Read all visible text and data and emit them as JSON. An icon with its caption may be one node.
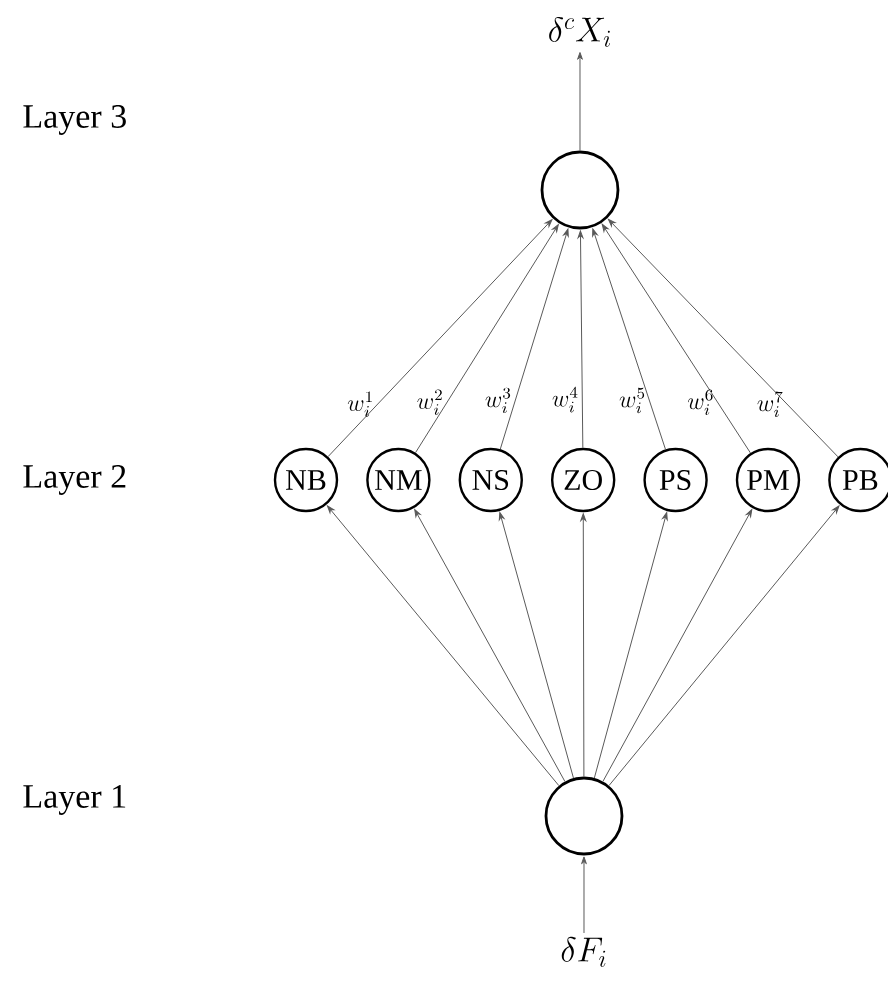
{
  "diagram": {
    "nodes": [
      {
        "text": [],
        "shape": "circle"
      },
      {
        "text": [
          "NB"
        ]
      },
      {
        "text": [
          "NM"
        ]
      },
      {
        "text": [
          "NS"
        ]
      },
      {
        "text": [
          "ZO"
        ]
      },
      {
        "text": [
          "PS"
        ]
      },
      {
        "text": [
          "PM"
        ]
      },
      {
        "text": [
          "PB"
        ]
      },
      {
        "text": [],
        "shape": "circle"
      },
      {
        "text": [
          "\\delta^{c} X_{i}"
        ]
      },
      {
        "text": [
          "\\delta F_{i}"
        ]
      }
    ],
    "edges": [
      {
        "from": 8,
        "to": 1,
        "arrow": "to"
      },
      {
        "from": 8,
        "to": 2,
        "arrow": "to"
      },
      {
        "from": 8,
        "to": 3,
        "arrow": "to"
      },
      {
        "from": 8,
        "to": 4,
        "arrow": "to"
      },
      {
        "from": 8,
        "to": 5,
        "arrow": "to"
      },
      {
        "from": 8,
        "to": 6,
        "arrow": "to"
      },
      {
        "from": 8,
        "to": 7,
        "arrow": "to"
      },
      {
        "from": 1,
        "to": 0,
        "arrow": "to",
        "label": "w_{i}^{1}"
      },
      {
        "from": 2,
        "to": 0,
        "arrow": "to",
        "label": "w_{i}^{2}"
      },
      {
        "from": 3,
        "to": 0,
        "arrow": "to",
        "label": "w_{i}^{3}"
      },
      {
        "from": 4,
        "to": 0,
        "arrow": "to",
        "label": "w_{i}^{4}"
      },
      {
        "from": 5,
        "to": 0,
        "arrow": "to",
        "label": "w_{i}^{5}"
      },
      {
        "from": 6,
        "to": 0,
        "arrow": "to",
        "label": "w_{i}^{6}"
      },
      {
        "from": 7,
        "to": 0,
        "arrow": "to",
        "label": "w_{i}^{7}"
      },
      {
        "from": 0,
        "to": 9,
        "arrow": "to"
      },
      {
        "from": 10,
        "to": 8,
        "arrow": "to"
      }
    ],
    "labels": [
      "Layer 3",
      "Layer 2",
      "Layer 1"
    ]
  }
}
